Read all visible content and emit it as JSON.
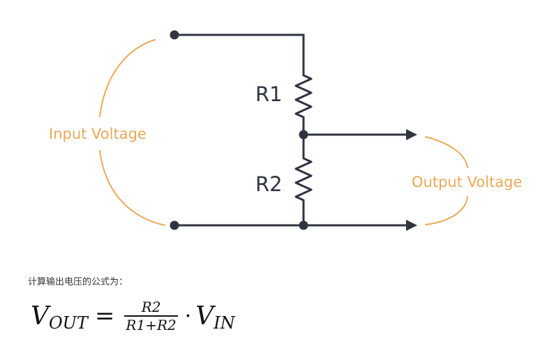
{
  "diagram": {
    "resistors": [
      {
        "label": "R1"
      },
      {
        "label": "R2"
      }
    ],
    "input_label": "Input Voltage",
    "output_label": "Output Voltage",
    "colors": {
      "wire": "#2f3342",
      "accent": "#eaaa5a"
    }
  },
  "caption": "计算输出电压的公式为：",
  "formula": {
    "v": "V",
    "out_sub": "OUT",
    "equals": "=",
    "numerator": "R2",
    "denominator": "R1+R2",
    "dot": "·",
    "in_sub": "IN"
  }
}
